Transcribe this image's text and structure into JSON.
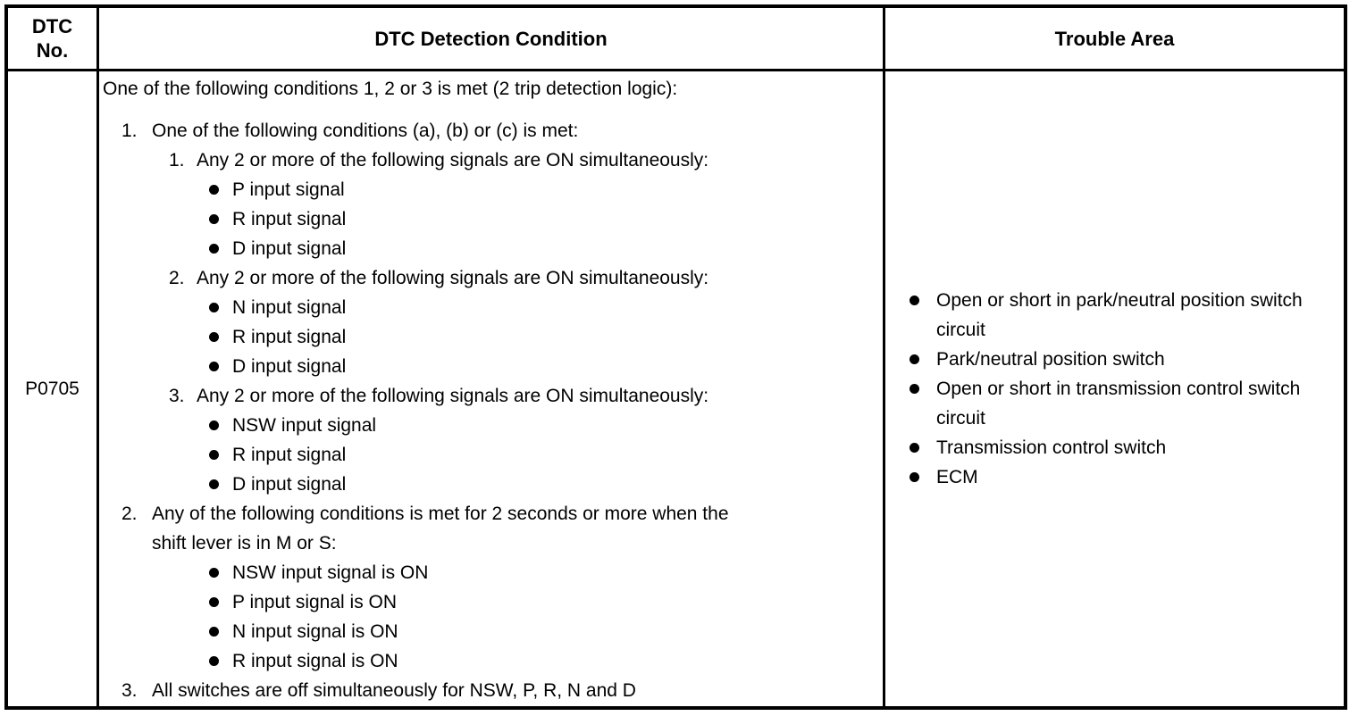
{
  "header": {
    "dtc_no": "DTC\nNo.",
    "detection_condition": "DTC Detection Condition",
    "trouble_area": "Trouble Area"
  },
  "row": {
    "dtc_no": "P0705",
    "detection": {
      "intro": "One of the following conditions 1, 2 or 3 is met (2 trip detection logic):",
      "items": [
        {
          "num": "1.",
          "text": "One of the following conditions (a), (b) or (c) is met:",
          "subitems": [
            {
              "num": "1.",
              "text": "Any 2 or more of the following signals are ON simultaneously:",
              "bullets": [
                "P input signal",
                "R input signal",
                "D input signal"
              ]
            },
            {
              "num": "2.",
              "text": "Any 2 or more of the following signals are ON simultaneously:",
              "bullets": [
                "N input signal",
                "R input signal",
                "D input signal"
              ]
            },
            {
              "num": "3.",
              "text": "Any 2 or more of the following signals are ON simultaneously:",
              "bullets": [
                "NSW input signal",
                "R input signal",
                "D input signal"
              ]
            }
          ]
        },
        {
          "num": "2.",
          "text": "Any of the following conditions is met for 2 seconds or more when the\nshift lever is in M or S:",
          "bullets": [
            "NSW input signal is ON",
            "P input signal is ON",
            "N input signal is ON",
            "R input signal is ON"
          ]
        },
        {
          "num": "3.",
          "text": "All switches are off simultaneously for NSW, P, R, N and D"
        }
      ]
    },
    "trouble_areas": [
      "Open or short in park/neutral position switch circuit",
      "Park/neutral position switch",
      "Open or short in transmission control switch circuit",
      "Transmission control switch",
      "ECM"
    ]
  }
}
